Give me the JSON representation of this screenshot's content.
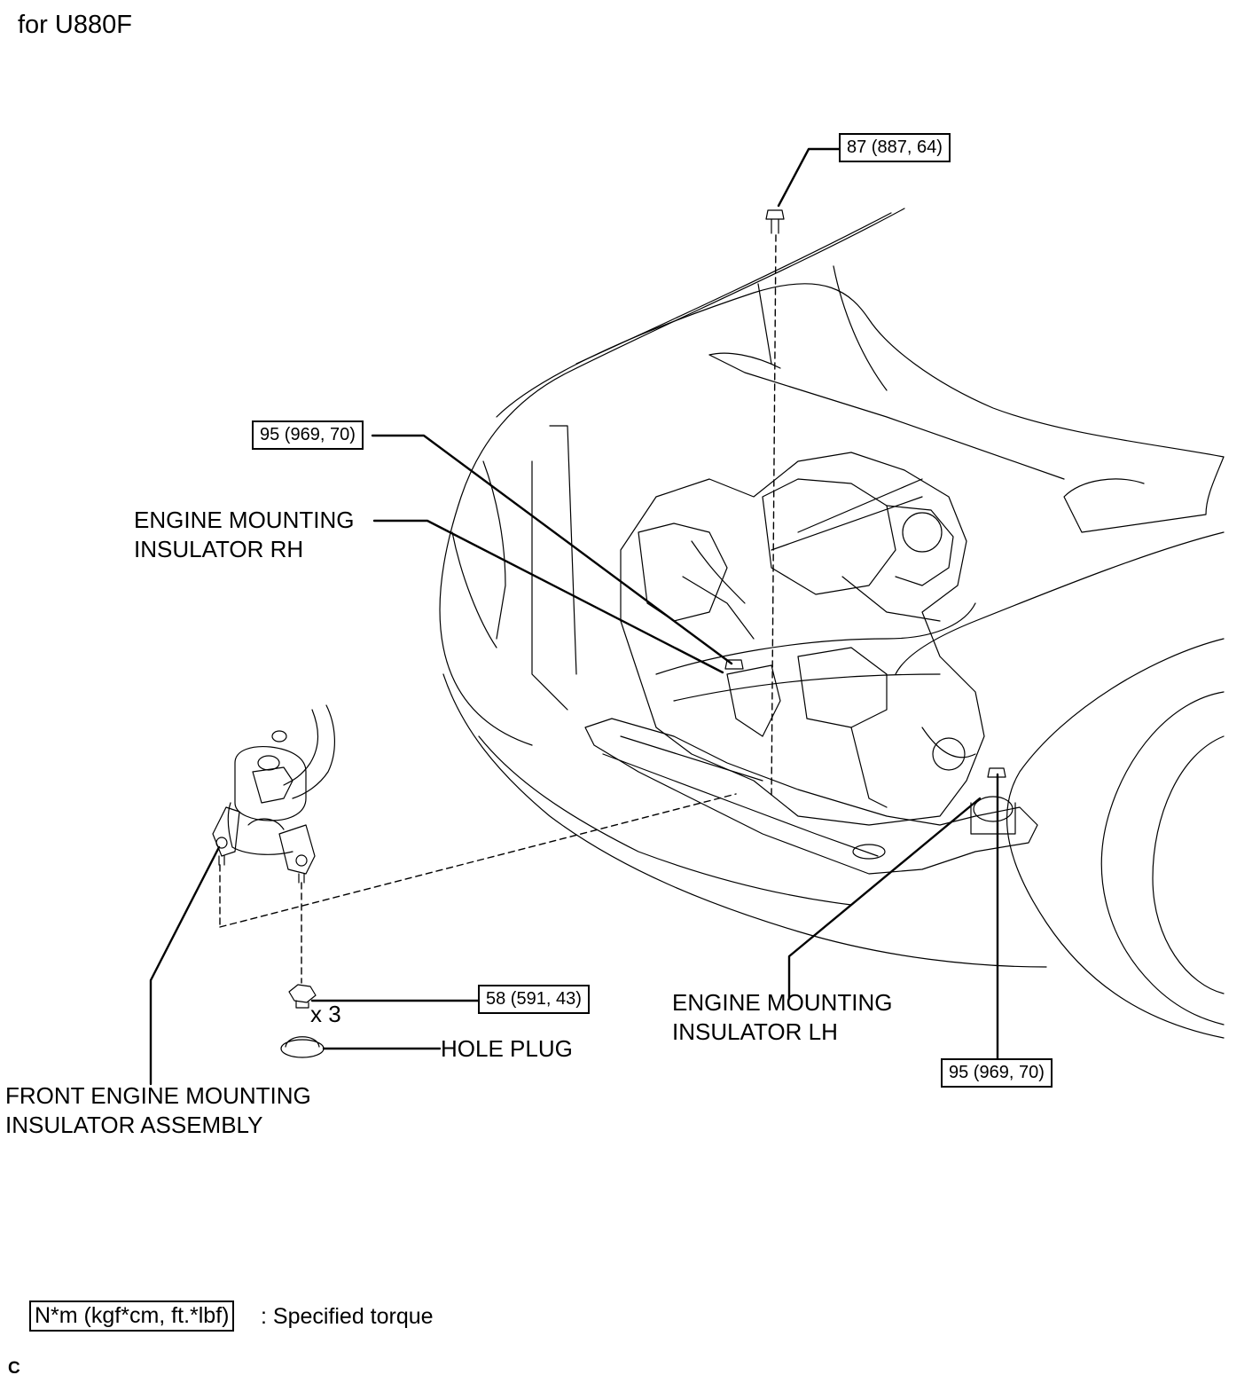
{
  "title": "for U880F",
  "torques": {
    "top": "87 (887, 64)",
    "rh": "95 (969, 70)",
    "lh": "95 (969, 70)",
    "bottom": "58 (591, 43)"
  },
  "labels": {
    "rh_line1": "ENGINE MOUNTING",
    "rh_line2": "INSULATOR RH",
    "lh_line1": "ENGINE MOUNTING",
    "lh_line2": "INSULATOR LH",
    "front_line1": "FRONT ENGINE MOUNTING",
    "front_line2": "INSULATOR ASSEMBLY",
    "hole_plug": "HOLE PLUG",
    "qty": "x 3"
  },
  "legend": {
    "box": "N*m (kgf*cm, ft.*lbf)",
    "text": ": Specified torque"
  },
  "corner_mark": "C"
}
